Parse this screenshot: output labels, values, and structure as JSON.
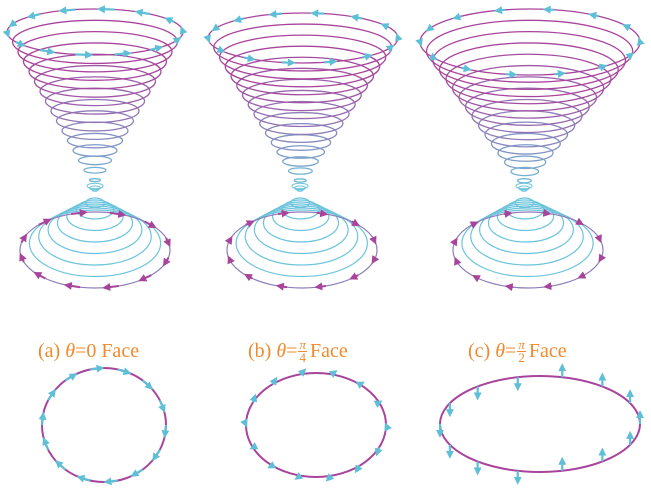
{
  "colors": {
    "magenta": "#a8449c",
    "cyan": "#6cc4dc",
    "arrow_cyan": "#5fbfd7",
    "arrow_magenta": "#a8449c",
    "caption": "#f08a2c"
  },
  "panels": [
    {
      "label": "(a)",
      "theta_symbol": "θ",
      "equals": "=",
      "theta_value": "0",
      "face": "Face",
      "theta_fraction_of_half_pi": 0
    },
    {
      "label": "(b)",
      "theta_symbol": "θ",
      "equals": "=",
      "numerator": "π",
      "denominator": "4",
      "face": "Face",
      "theta_fraction_of_half_pi": 0.5
    },
    {
      "label": "(c)",
      "theta_symbol": "θ",
      "equals": "=",
      "numerator": "π",
      "denominator": "2",
      "face": "Face",
      "theta_fraction_of_half_pi": 1
    }
  ]
}
